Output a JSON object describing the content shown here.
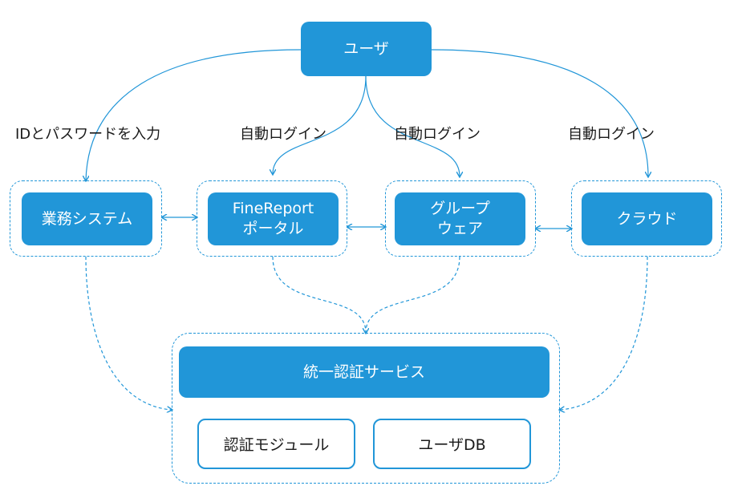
{
  "nodes": {
    "user": "ユーザ",
    "gyomu": "業務システム",
    "portal_line1": "FineReport",
    "portal_line2": "ポータル",
    "groupware_line1": "グループ",
    "groupware_line2": "ウェア",
    "cloud": "クラウド",
    "auth_service": "統一認証サービス",
    "auth_module": "認証モジュール",
    "user_db": "ユーザDB"
  },
  "edge_labels": {
    "id_password": "IDとパスワードを入力",
    "auto_login_1": "自動ログイン",
    "auto_login_2": "自動ログイン",
    "auto_login_3": "自動ログイン"
  },
  "colors": {
    "accent": "#2196d8",
    "text": "#1a1a1a",
    "background": "#ffffff"
  }
}
